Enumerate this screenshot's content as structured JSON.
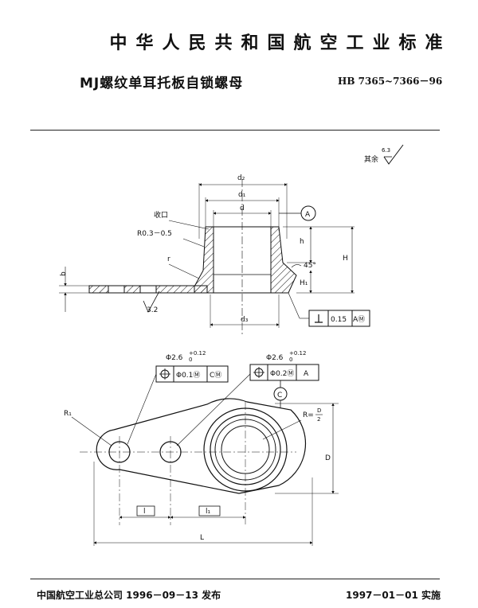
{
  "header": {
    "standard_org": "中华人民共和国航空工业标准",
    "title": "MJ螺纹单耳托板自锁螺母",
    "code": "HB 7365~7366－96"
  },
  "drawing": {
    "surface_roughness_label": "其余",
    "surface_roughness_value": "6.3",
    "side_view": {
      "dims": {
        "d2": "d₂",
        "d1": "d₁",
        "d": "d",
        "d3": "d₃",
        "h": "h",
        "H": "H",
        "H1": "H₁",
        "b": "b",
        "r": "r"
      },
      "notes": {
        "crimp": "收口",
        "radius": "R0.3－0.5",
        "roughness": "3.2",
        "angle": "45°"
      },
      "datum": "A",
      "tolerance": {
        "value": "0.15",
        "ref": "AⓂ"
      }
    },
    "plan_view": {
      "hole_left": {
        "size": "Φ2.6",
        "tol_upper": "+0.12",
        "tol_lower": "0",
        "position_tol": "Φ0.1Ⓜ",
        "datum_ref": "CⓂ"
      },
      "hole_right": {
        "size": "Φ2.6",
        "tol_upper": "+0.12",
        "tol_lower": "0",
        "position_tol": "Φ0.2Ⓜ",
        "datum_ref": "A"
      },
      "datum": "C",
      "dims": {
        "R1": "R₁",
        "R_label": "R=",
        "R_num": "D",
        "R_den": "2",
        "D": "D",
        "l": "l",
        "l1": "l₁",
        "L": "L"
      }
    }
  },
  "footer": {
    "publisher": "中国航空工业总公司 1996－09－13 发布",
    "effective": "1997－01－01 实施"
  }
}
